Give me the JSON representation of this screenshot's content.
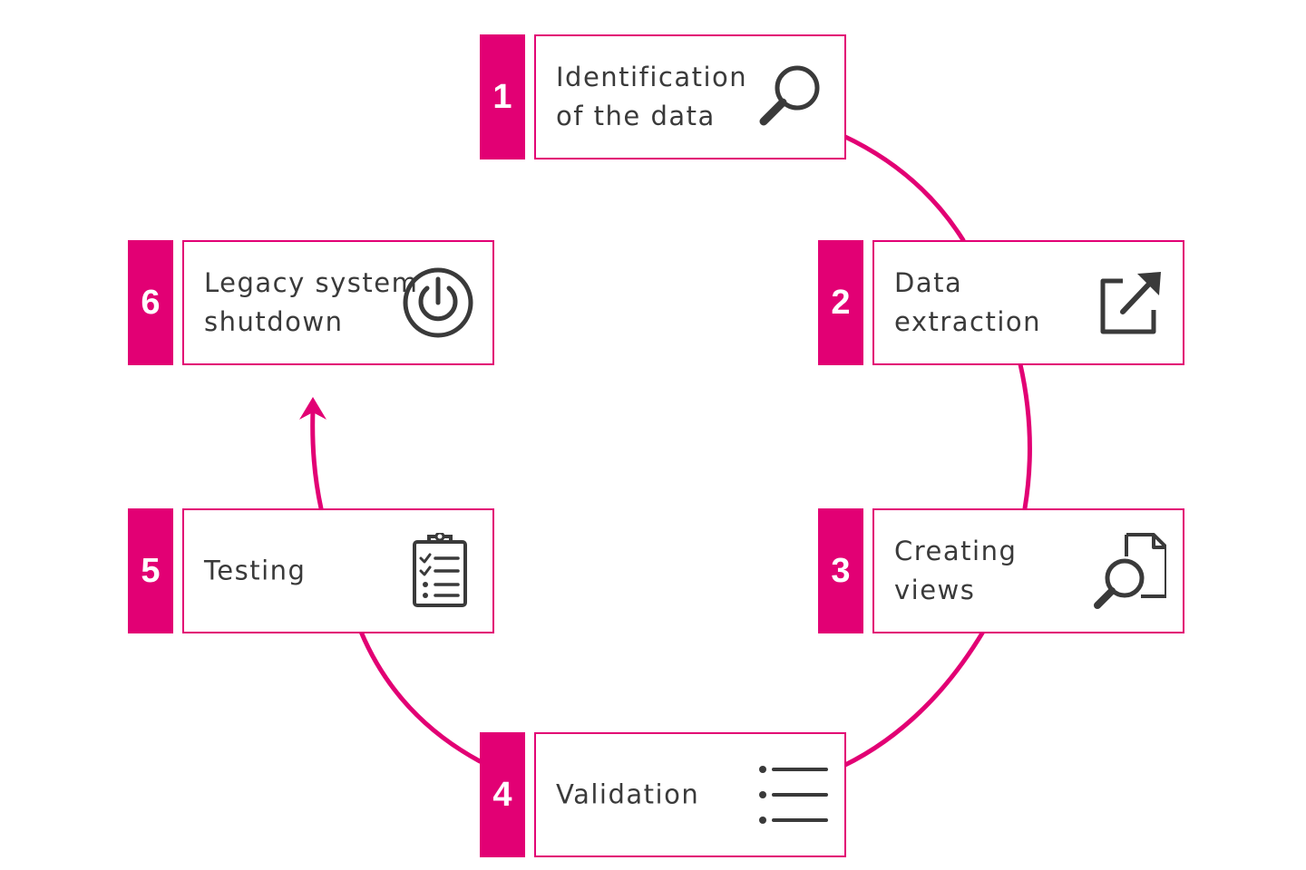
{
  "accent_color": "#e20074",
  "text_color": "#3a3a3a",
  "steps": [
    {
      "number": "1",
      "label_lines": [
        "Identification",
        "of the data"
      ],
      "icon": "magnifier-icon"
    },
    {
      "number": "2",
      "label_lines": [
        "Data",
        "extraction"
      ],
      "icon": "export-arrow-icon"
    },
    {
      "number": "3",
      "label_lines": [
        "Creating",
        "views"
      ],
      "icon": "document-search-icon"
    },
    {
      "number": "4",
      "label_lines": [
        "Validation"
      ],
      "icon": "bullet-list-icon"
    },
    {
      "number": "5",
      "label_lines": [
        "Testing"
      ],
      "icon": "clipboard-checklist-icon"
    },
    {
      "number": "6",
      "label_lines": [
        "Legacy system",
        "shutdown"
      ],
      "icon": "power-icon"
    }
  ]
}
